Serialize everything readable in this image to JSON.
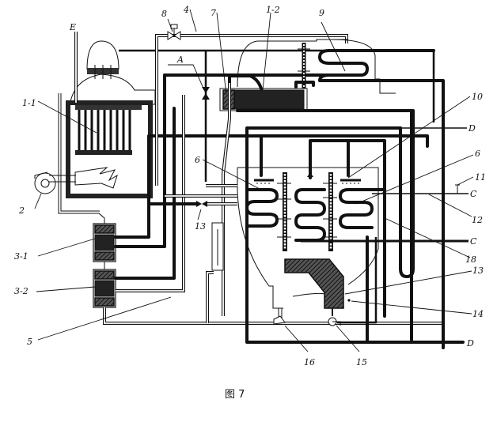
{
  "figure": {
    "caption": "图 7",
    "labels": {
      "E": "E",
      "l8": "8",
      "l4": "4",
      "l7": "7",
      "l1_2": "1-2",
      "l9": "9",
      "A": "A",
      "l1_1": "1-1",
      "l10": "10",
      "D_top": "D",
      "l6_left": "6",
      "l6_right": "6",
      "l11": "11",
      "C_top": "C",
      "l12": "12",
      "l2": "2",
      "l13_valve": "13",
      "C_bottom": "C",
      "l18": "18",
      "l3_1": "3-1",
      "l3_2": "3-2",
      "l13_right": "13",
      "l14": "14",
      "l5": "5",
      "l16": "16",
      "l15": "15",
      "D_bottom": "D"
    }
  }
}
